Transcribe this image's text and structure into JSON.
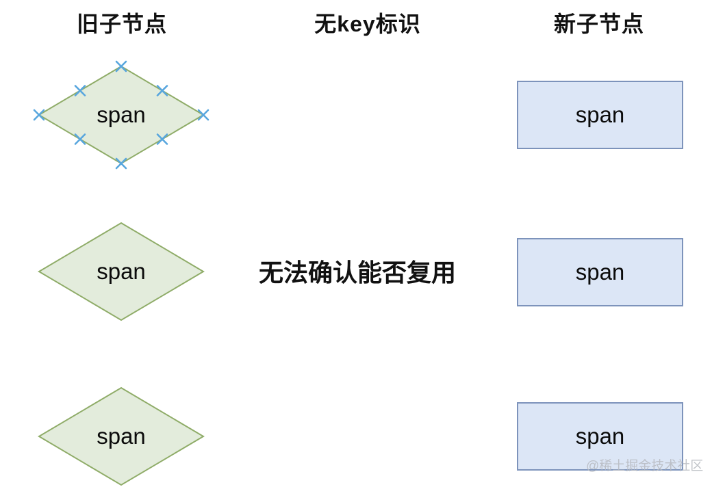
{
  "headers": {
    "old": "旧子节点",
    "nokey": "无key标识",
    "new": "新子节点"
  },
  "old_nodes": [
    {
      "label": "span",
      "shape": "diamond",
      "selected": true
    },
    {
      "label": "span",
      "shape": "diamond",
      "selected": false
    },
    {
      "label": "span",
      "shape": "diamond",
      "selected": false
    }
  ],
  "new_nodes": [
    {
      "label": "span",
      "shape": "rectangle"
    },
    {
      "label": "span",
      "shape": "rectangle"
    },
    {
      "label": "span",
      "shape": "rectangle"
    }
  ],
  "annotation": "无法确认能否复用",
  "watermark": "@稀土掘金技术社区",
  "colors": {
    "diamond_fill": "#e3ecdc",
    "diamond_stroke": "#8fac68",
    "rect_fill": "#dce6f6",
    "rect_stroke": "#7d93bb",
    "handle": "#58a6de",
    "watermark": "#b7bac0"
  }
}
